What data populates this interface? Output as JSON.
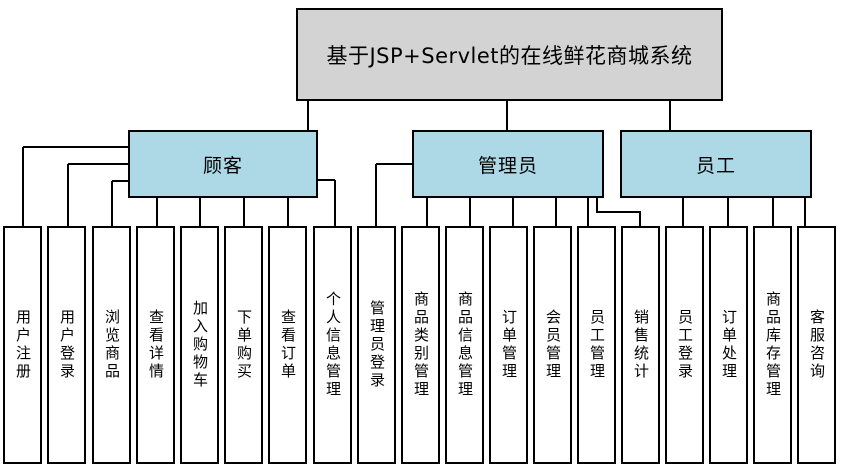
{
  "diagram": {
    "title": "基于JSP+Servlet的在线鲜花商城系统",
    "colors": {
      "root_fill": "#d3d3d3",
      "group_fill": "#add8e6",
      "leaf_fill": "#ffffff",
      "line_color": "#000000",
      "text_color": "#000000"
    },
    "groups": [
      {
        "label": "顾客",
        "children": [
          "用户注册",
          "用户登录",
          "浏览商品",
          "查看详情",
          "加入购物车",
          "下单购买",
          "查看订单",
          "个人信息管理"
        ]
      },
      {
        "label": "管理员",
        "children": [
          "管理员登录",
          "商品类别管理",
          "商品信息管理",
          "订单管理",
          "会员管理",
          "员工管理",
          "销售统计"
        ]
      },
      {
        "label": "员工",
        "children": [
          "员工登录",
          "订单处理",
          "商品库存管理",
          "客服咨询"
        ]
      }
    ]
  }
}
